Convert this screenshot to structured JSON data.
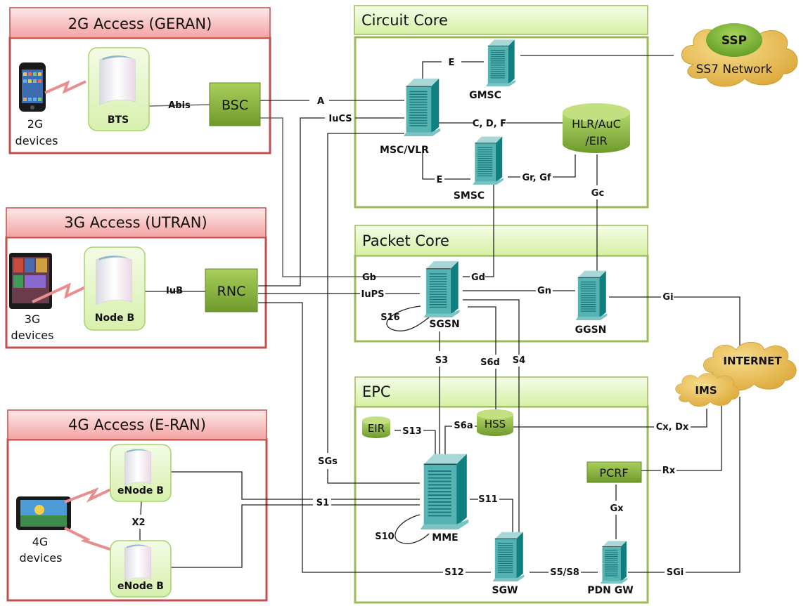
{
  "colors": {
    "access_border": "#c0504d",
    "access_header_top": "#fbe1e1",
    "access_header_bottom": "#f19c9c",
    "core_border": "#9bbb59",
    "core_header_top": "#f3fbe4",
    "core_header_bottom": "#d8f0a8",
    "green_node": "#8db53c",
    "server_teal": "#2f9b9b",
    "cloud_gold": "#e4b74a",
    "radio_link": "#e88e8e"
  },
  "regions": {
    "access_2g": {
      "title": "2G Access (GERAN)"
    },
    "access_3g": {
      "title": "3G Access (UTRAN)"
    },
    "access_4g": {
      "title": "4G Access (E-RAN)"
    },
    "circuit_core": {
      "title": "Circuit Core"
    },
    "packet_core": {
      "title": "Packet Core"
    },
    "epc": {
      "title": "EPC"
    }
  },
  "devices": {
    "dev_2g": {
      "line1": "2G",
      "line2": "devices",
      "icon": "smartphone-icon"
    },
    "dev_3g": {
      "line1": "3G",
      "line2": "devices",
      "icon": "tablet-icon"
    },
    "dev_4g": {
      "line1": "4G",
      "line2": "devices",
      "icon": "tablet-icon"
    }
  },
  "nodes": {
    "bts": "BTS",
    "bsc": "BSC",
    "nodeb": "Node B",
    "rnc": "RNC",
    "enodeb1": "eNode B",
    "enodeb2": "eNode B",
    "msc_vlr": "MSC/VLR",
    "gmsc": "GMSC",
    "smsc": "SMSC",
    "hlr_line1": "HLR/AuC",
    "hlr_line2": "/EIR",
    "sgsn": "SGSN",
    "ggsn": "GGSN",
    "eir": "EIR",
    "hss": "HSS",
    "mme": "MME",
    "sgw": "SGW",
    "pdn_gw": "PDN GW",
    "pcrf": "PCRF",
    "ssp": "SSP",
    "ss7": "SS7 Network",
    "internet": "INTERNET",
    "ims": "IMS"
  },
  "interfaces": {
    "abis": "Abis",
    "iub": "IuB",
    "x2": "X2",
    "a": "A",
    "iucs": "IuCS",
    "e_top": "E",
    "e_bottom": "E",
    "cdf": "C, D, F",
    "grgf": "Gr, Gf",
    "gc": "Gc",
    "gb": "Gb",
    "iups": "IuPS",
    "gd": "Gd",
    "gn": "Gn",
    "gi": "Gi",
    "s16": "S16",
    "s3": "S3",
    "s6d": "S6d",
    "s4": "S4",
    "sgs": "SGs",
    "s1": "S1",
    "s13": "S13",
    "s6a": "S6a",
    "s11": "S11",
    "s10": "S10",
    "s12": "S12",
    "s5s8": "S5/S8",
    "sgi": "SGi",
    "gx": "Gx",
    "rx": "Rx",
    "cxdx": "Cx, Dx"
  }
}
